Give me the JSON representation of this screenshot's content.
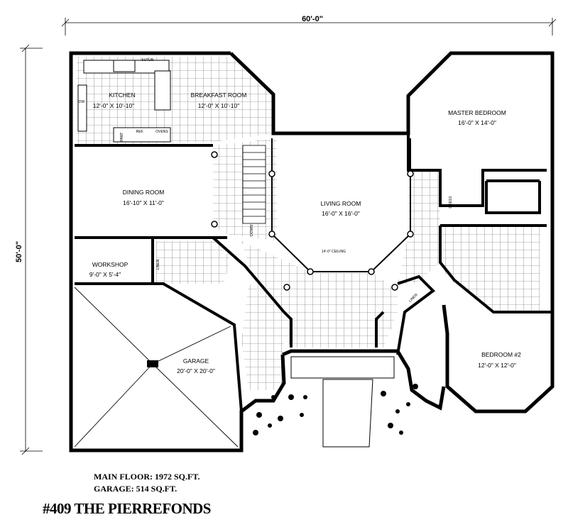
{
  "overall_width": "60'-0\"",
  "overall_depth": "50'-0\"",
  "rooms": [
    {
      "name": "KITCHEN",
      "size": "12'-0\" X 10'-10\""
    },
    {
      "name": "BREAKFAST ROOM",
      "size": "12'-0\" X 10'-10\""
    },
    {
      "name": "MASTER BEDROOM",
      "size": "16'-0\" X 14'-0\""
    },
    {
      "name": "DINING ROOM",
      "size": "16'-10\" X 11'-0\""
    },
    {
      "name": "LIVING ROOM",
      "size": "16'-0\" X 16'-0\""
    },
    {
      "name": "WORKSHOP",
      "size": "9'-0\" X 5'-4\""
    },
    {
      "name": "GARAGE",
      "size": "20'-0\" X 20'-0\""
    },
    {
      "name": "BEDROOM #2",
      "size": "12'-0\" X 12'-0\""
    }
  ],
  "fixtures": {
    "ceiling": "14'-0\" CEILING",
    "down": "DOWN",
    "linen_1": "LINEN",
    "linen_2": "LINEN",
    "dress": "DRESS",
    "ref": "REF.",
    "ovens": "OVENS",
    "pant": "PANT",
    "dw": "DW",
    "future": "FUTUR"
  },
  "summary": {
    "main_floor": "MAIN FLOOR: 1972 SQ.FT.",
    "garage": "GARAGE: 514 SQ.FT."
  },
  "plan_title": "#409 THE PIERREFONDS"
}
